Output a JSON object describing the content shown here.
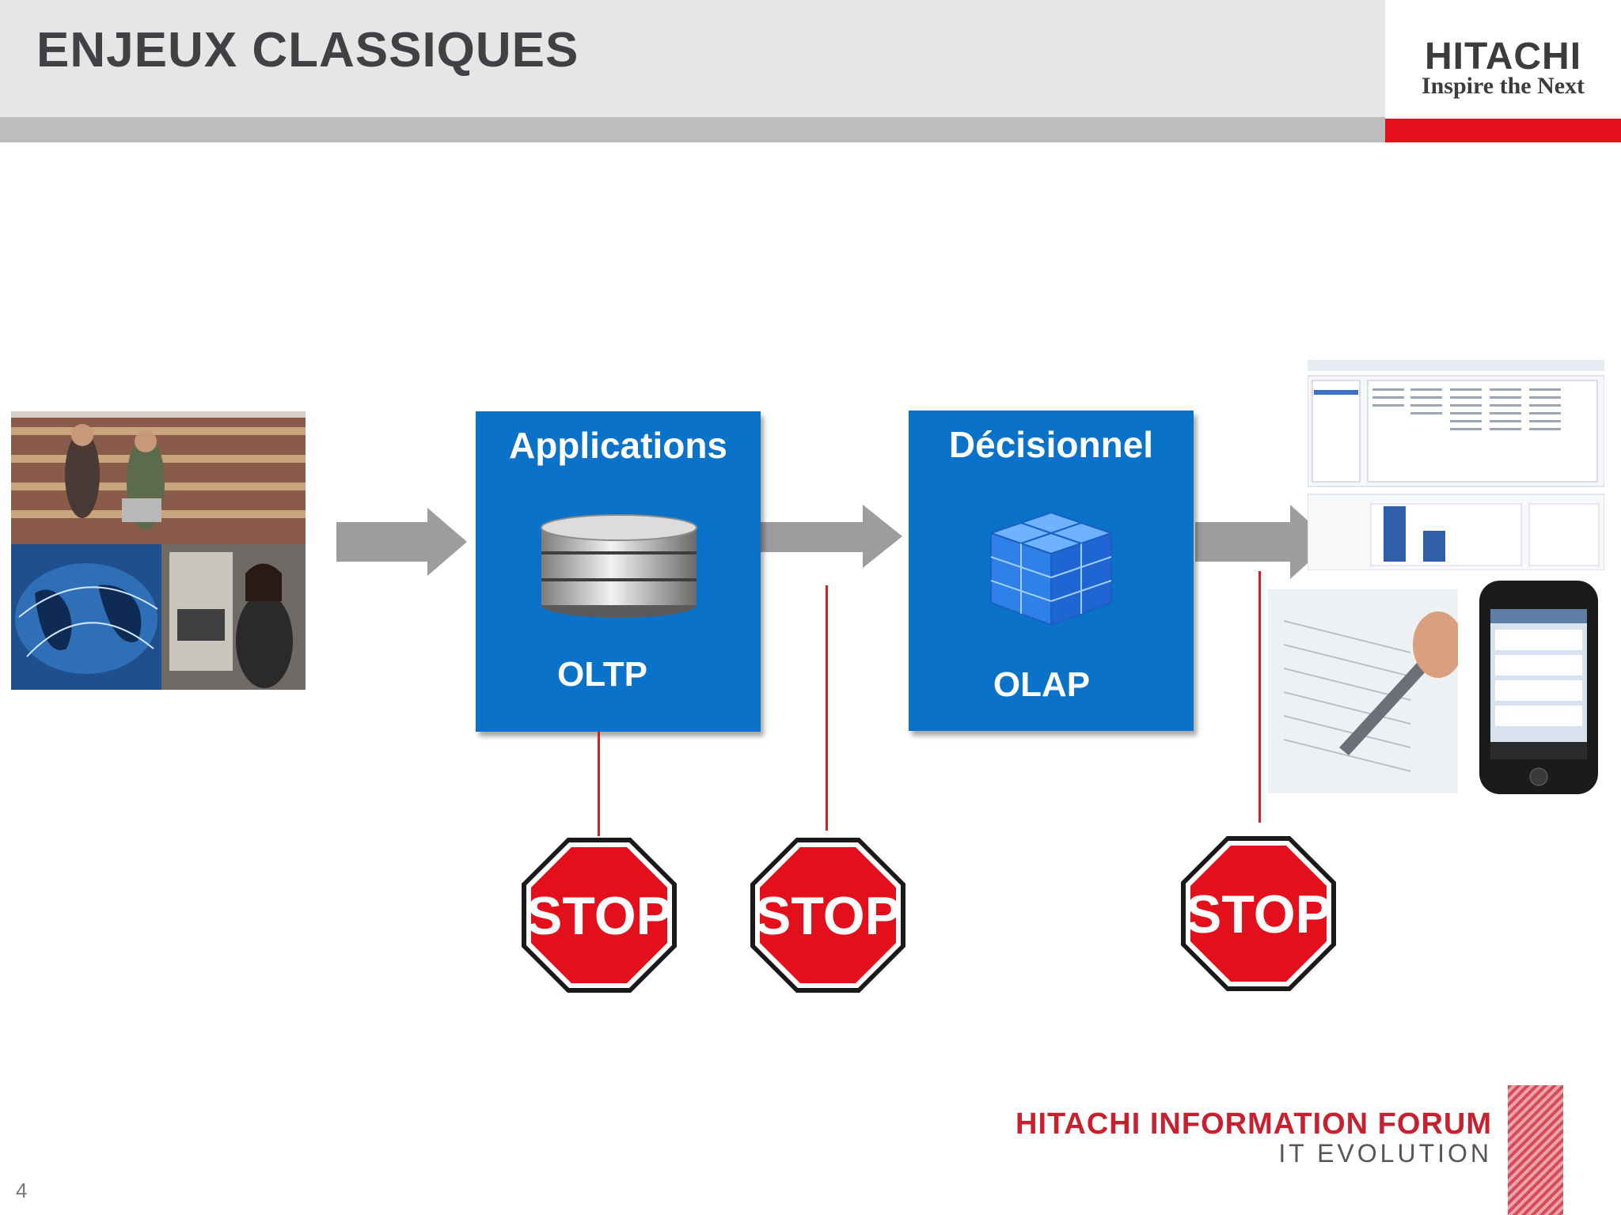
{
  "slide": {
    "title": "ENJEUX CLASSIQUES",
    "page_number": "4"
  },
  "logo": {
    "word": "HITACHI",
    "tagline": "Inspire the Next"
  },
  "boxes": [
    {
      "title": "Applications",
      "subtitle": "OLTP",
      "icon": "database-cylinder-icon"
    },
    {
      "title": "Décisionnel",
      "subtitle": "OLAP",
      "icon": "olap-cube-icon"
    }
  ],
  "stop_signs": [
    {
      "label": "STOP"
    },
    {
      "label": "STOP"
    },
    {
      "label": "STOP"
    }
  ],
  "footer": {
    "title": "HITACHI INFORMATION FORUM",
    "subtitle": "IT EVOLUTION"
  },
  "colors": {
    "box_blue": "#0a72c8",
    "stop_red": "#e3101b",
    "arrow_grey": "#9d9d9d",
    "brand_red": "#e3101b"
  }
}
